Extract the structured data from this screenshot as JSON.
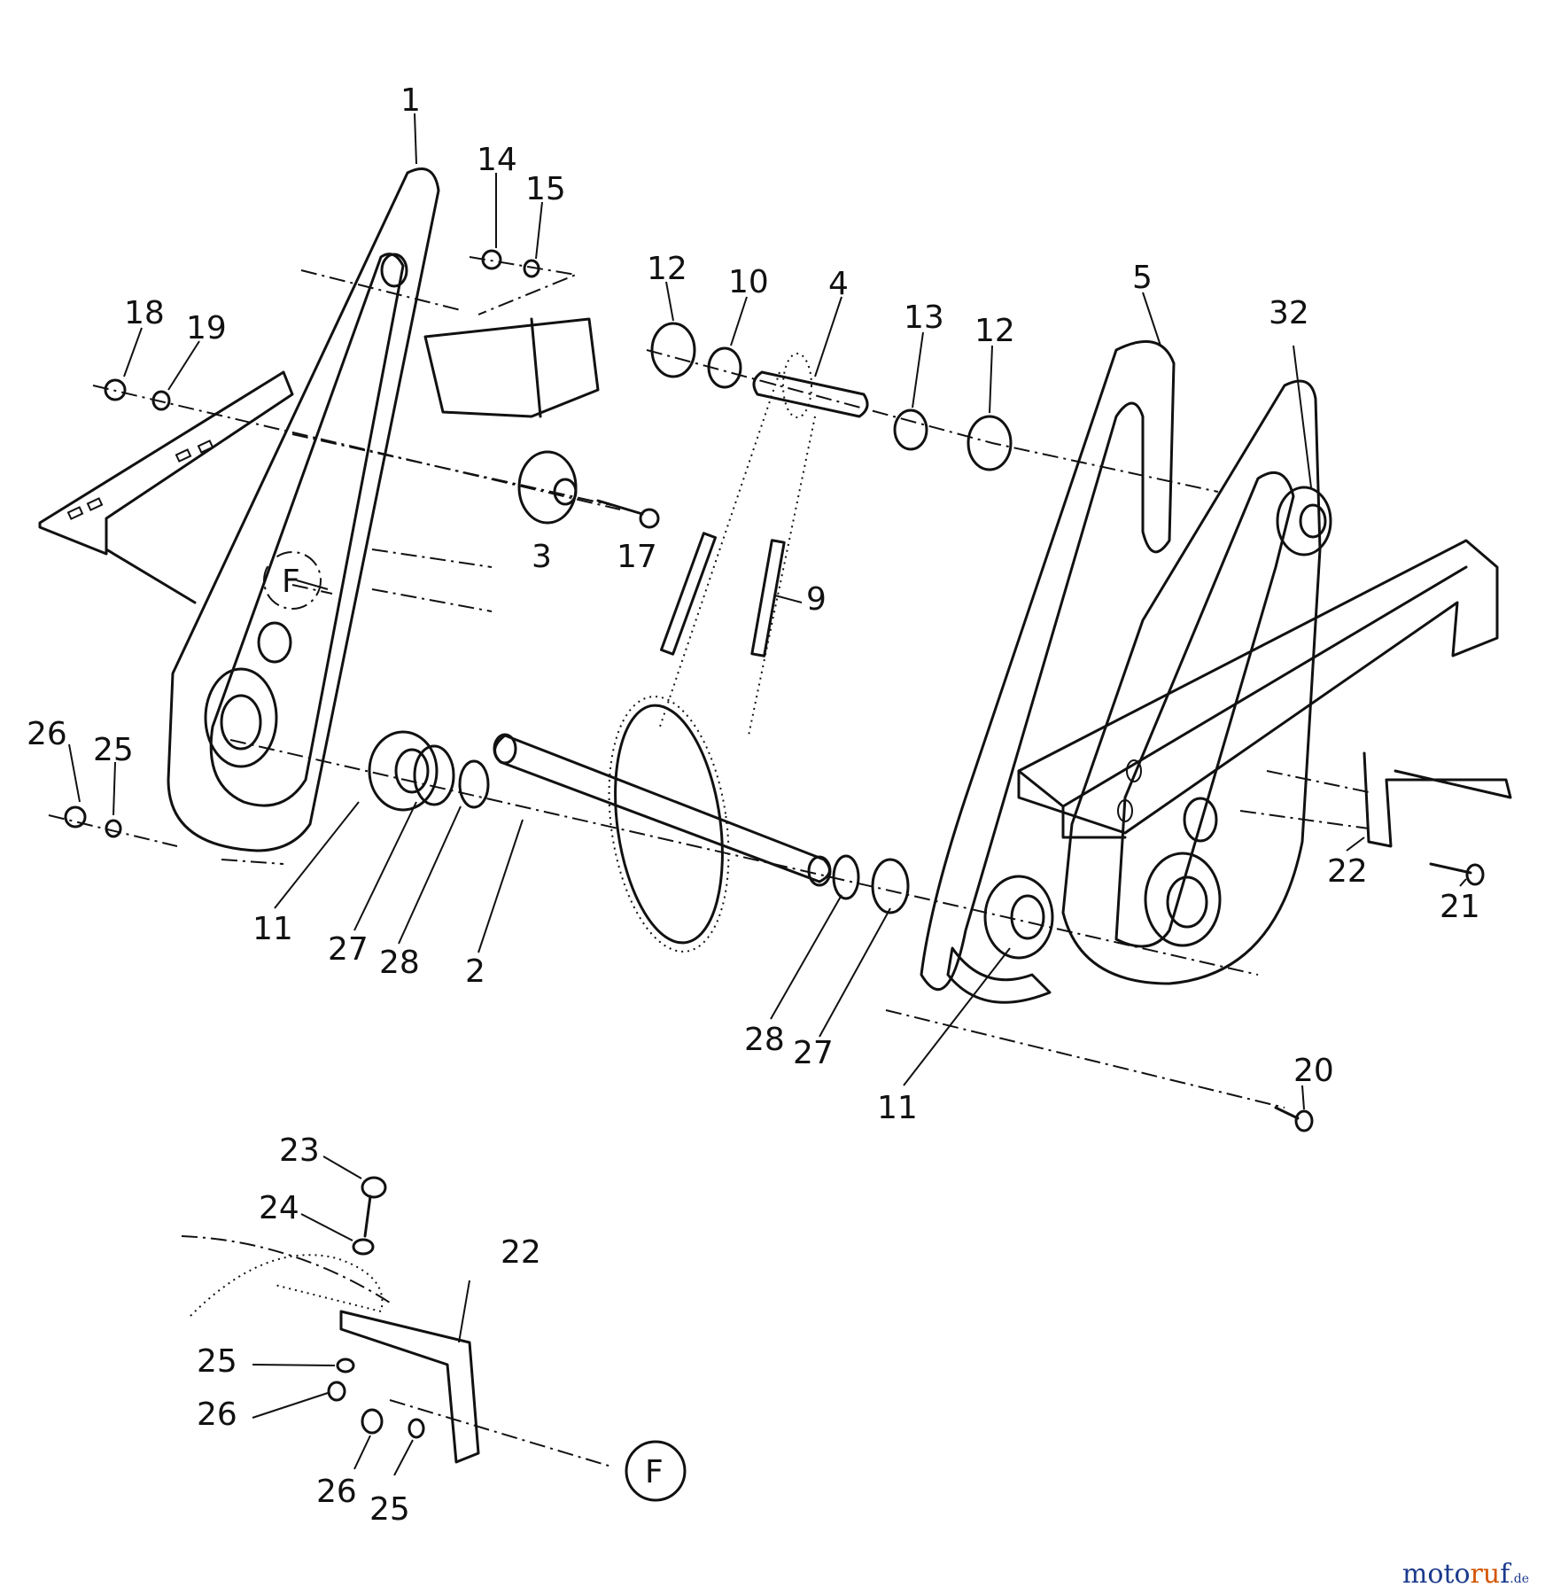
{
  "labels": {
    "l1": "1",
    "l2": "2",
    "l3": "3",
    "l4": "4",
    "l5": "5",
    "l9": "9",
    "l10": "10",
    "l11a": "11",
    "l11b": "11",
    "l12a": "12",
    "l12b": "12",
    "l13": "13",
    "l14": "14",
    "l15": "15",
    "l17": "17",
    "l18": "18",
    "l19": "19",
    "l20": "20",
    "l21": "21",
    "l22a": "22",
    "l22b": "22",
    "l23": "23",
    "l24": "24",
    "l25a": "25",
    "l25b": "25",
    "l25c": "25",
    "l26a": "26",
    "l26b": "26",
    "l26c": "26",
    "l27a": "27",
    "l27b": "27",
    "l28a": "28",
    "l28b": "28",
    "l32": "32",
    "fA": "F",
    "fB": "F"
  },
  "watermark": {
    "brand_a": "moto",
    "brand_b": "ru",
    "brand_c": "f",
    "tld": ".de"
  }
}
